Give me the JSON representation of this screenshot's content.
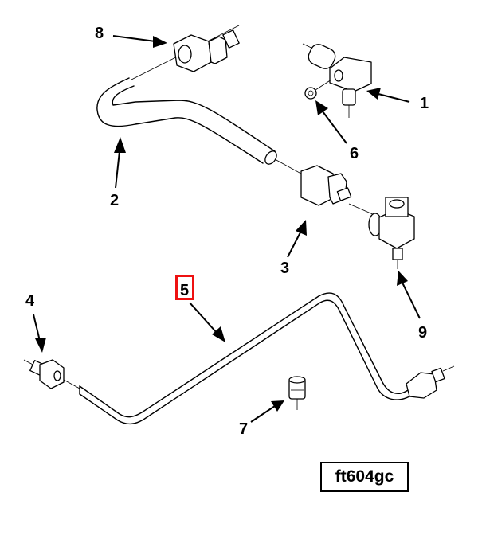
{
  "figure": {
    "id_label": "ft604gc",
    "highlight_color": "#ee1111",
    "highlighted_callout": "5"
  },
  "callouts": [
    {
      "num": "1",
      "part": "elbow-fitting"
    },
    {
      "num": "2",
      "part": "tube-bent"
    },
    {
      "num": "3",
      "part": "tube-nut-fitting"
    },
    {
      "num": "4",
      "part": "tube-nut-fitting-left"
    },
    {
      "num": "5",
      "part": "tube-long"
    },
    {
      "num": "6",
      "part": "set-screw"
    },
    {
      "num": "7",
      "part": "plug"
    },
    {
      "num": "8",
      "part": "tube-nut-fitting-top"
    },
    {
      "num": "9",
      "part": "tee-fitting"
    }
  ]
}
